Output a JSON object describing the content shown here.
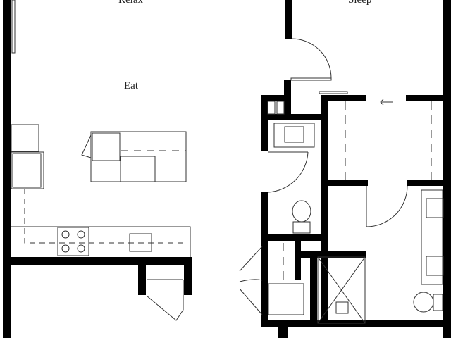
{
  "rooms": {
    "relax": "Relax",
    "sleep": "Sleep",
    "eat": "Eat"
  },
  "colors": {
    "wall": "#000000",
    "line": "#333333",
    "background": "#ffffff"
  },
  "icons": {
    "arrow": "arrow-left-icon"
  }
}
